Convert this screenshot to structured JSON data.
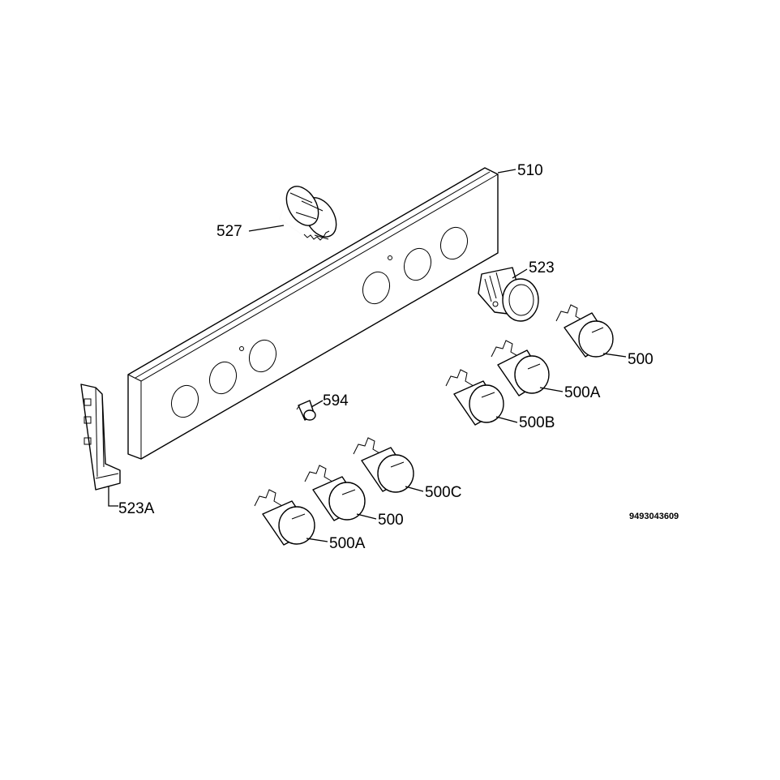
{
  "labels": {
    "l510": "510",
    "l527": "527",
    "l523": "523",
    "l500_top": "500",
    "l500A_top": "500A",
    "l500B": "500B",
    "l594": "594",
    "l523A": "523A",
    "l500C": "500C",
    "l500_bottom": "500",
    "l500A_bottom": "500A"
  },
  "document_number": "9493043609"
}
